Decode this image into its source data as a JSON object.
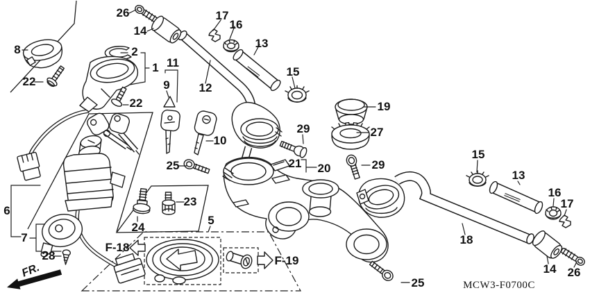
{
  "diagram": {
    "code": "MCW3-F0700C",
    "orientation_label": "FR.",
    "ref_section_left": "F-18",
    "ref_section_right": "F-19"
  },
  "callouts": {
    "screw_26_left": "26",
    "bar_end_weight_14_left": "14",
    "clip_17_left": "17",
    "ring_nut_16_left": "16",
    "grip_pipe_13_left": "13",
    "flange_nut_15_left": "15",
    "handlebar_pipe_12": "12",
    "lock_cover_8": "8",
    "screw_22_left": "22",
    "washer_2": "2",
    "holder_assy_1": "1",
    "key_set_11": "11",
    "key_blank_9": "9",
    "screw_22_lower": "22",
    "fork_cap_19": "19",
    "dust_seal_27": "27",
    "bolt_29_left": "29",
    "key_10": "10",
    "bolt_25_left": "25",
    "plate_21": "21",
    "top_bridge_20": "20",
    "bolt_29_right": "29",
    "flange_nut_15_right": "15",
    "grip_pipe_13_right": "13",
    "ring_nut_16_right": "16",
    "clip_17_right": "17",
    "handlebar_pipe_18": "18",
    "bar_end_weight_14_right": "14",
    "screw_26_right": "26",
    "bolt_25_right": "25",
    "switch_assy_6": "6",
    "immobilizer_7": "7",
    "screw_28": "28",
    "bolt_24": "24",
    "bolt_23": "23",
    "cap_group_5": "5"
  }
}
